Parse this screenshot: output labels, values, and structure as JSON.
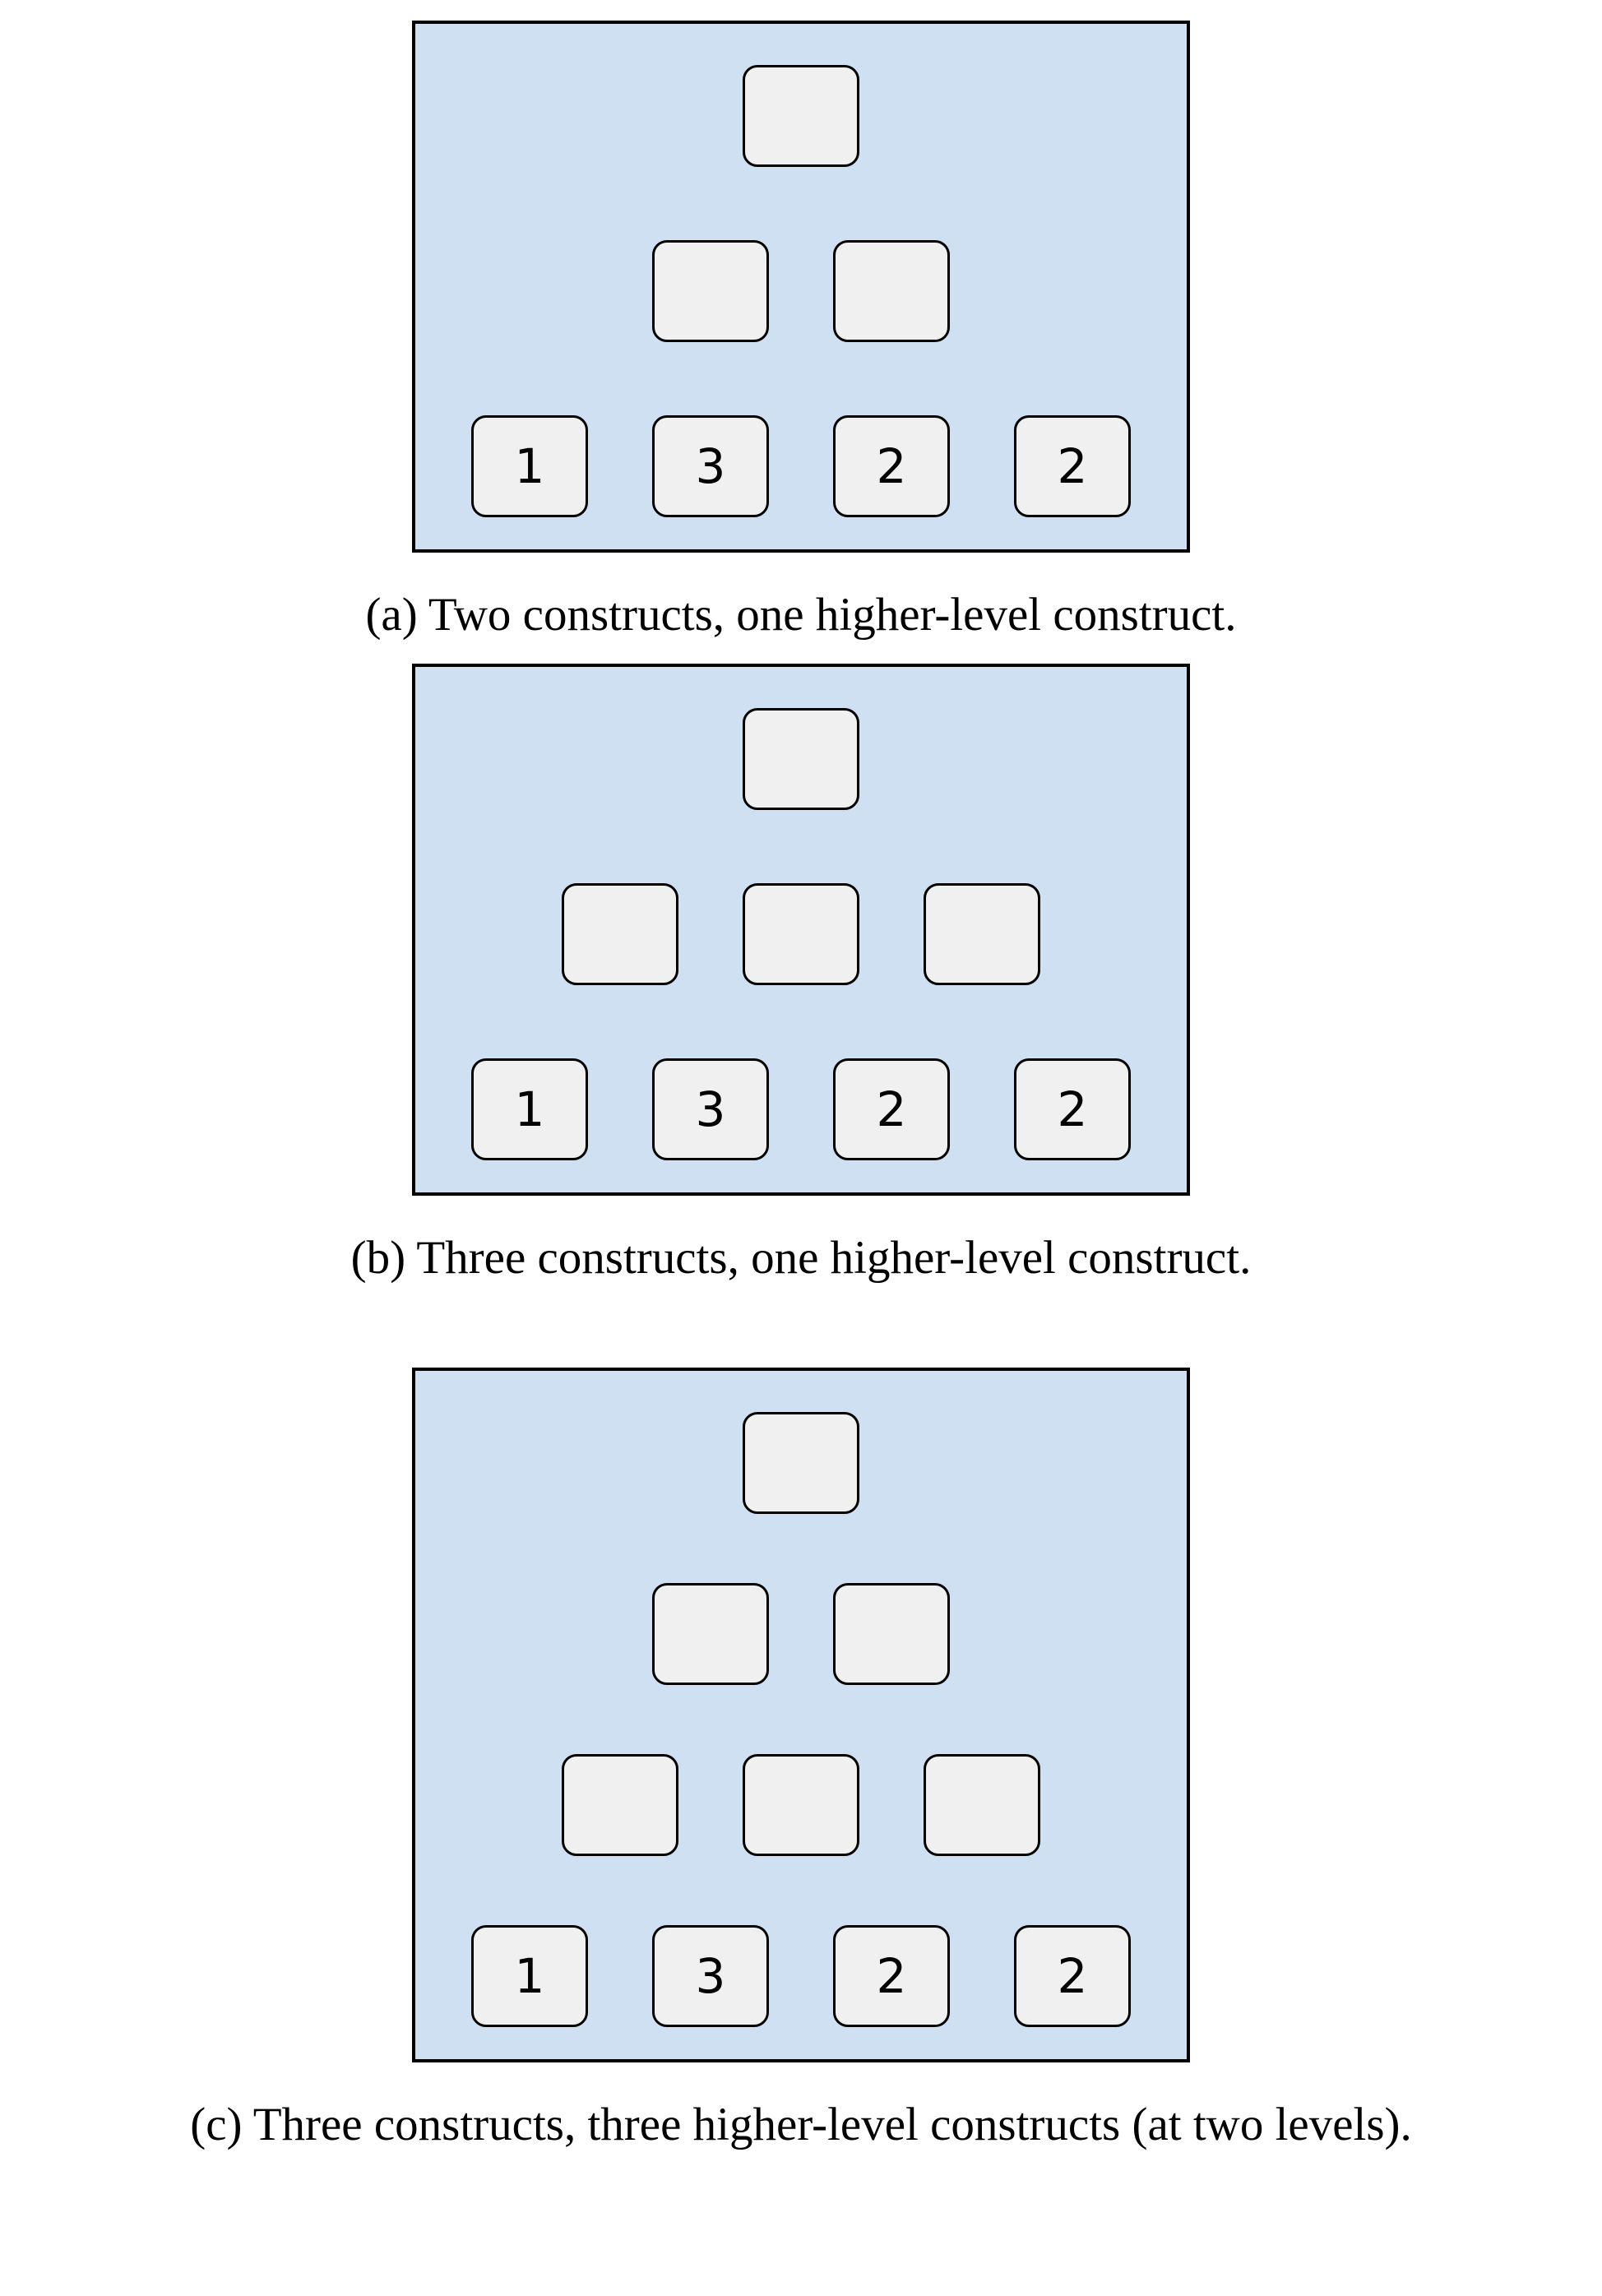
{
  "colors": {
    "page_background": "#ffffff",
    "panel_fill": "#cfe0f2",
    "panel_border": "#000000",
    "box_fill": "#f0f0f0",
    "box_border": "#000000",
    "box_label_text": "#000000",
    "caption_text": "#000000"
  },
  "figures": [
    {
      "id": "a",
      "caption": "(a) Two constructs, one higher-level construct.",
      "rows": [
        {
          "name": "higher-level-construct-row",
          "boxes": [
            "",
            ""
          ]
        },
        {
          "name": "construct-row",
          "boxes": [
            "",
            "",
            ""
          ]
        },
        {
          "name": "indicator-row",
          "boxes": [
            "1",
            "3",
            "2",
            "2"
          ]
        }
      ]
    },
    {
      "id": "b",
      "caption": "(b) Three constructs, one higher-level construct.",
      "rows": [
        {
          "name": "higher-level-construct-row",
          "boxes": [
            ""
          ]
        },
        {
          "name": "construct-row",
          "boxes": [
            "",
            "",
            ""
          ]
        },
        {
          "name": "indicator-row",
          "boxes": [
            "1",
            "3",
            "2",
            "2"
          ]
        }
      ]
    },
    {
      "id": "c",
      "caption": "(c) Three constructs, three higher-level constructs (at two levels).",
      "rows": [
        {
          "name": "top-higher-level-construct-row",
          "boxes": [
            ""
          ]
        },
        {
          "name": "higher-level-construct-row",
          "boxes": [
            "",
            ""
          ]
        },
        {
          "name": "construct-row",
          "boxes": [
            "",
            "",
            ""
          ]
        },
        {
          "name": "indicator-row",
          "boxes": [
            "1",
            "3",
            "2",
            "2"
          ]
        }
      ]
    }
  ]
}
